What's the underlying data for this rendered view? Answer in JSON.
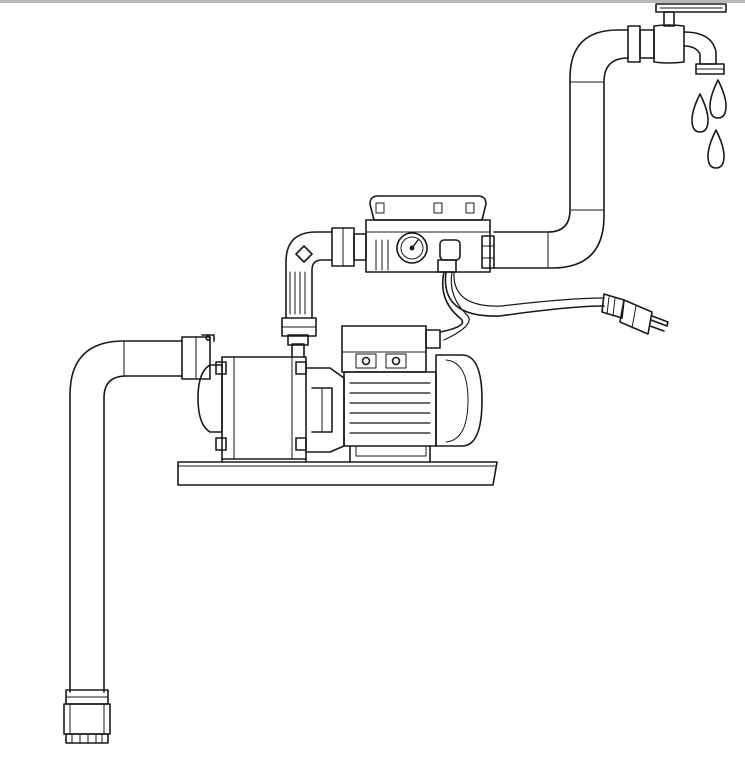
{
  "diagram": {
    "labels": [],
    "components": [
      "suction-pipe",
      "foot-valve",
      "mounting-base",
      "centrifugal-pump",
      "electric-motor",
      "terminal-box",
      "elbow-fitting",
      "pressure-controller",
      "pressure-gauge",
      "power-cable",
      "power-plug",
      "discharge-pipe",
      "water-tap",
      "water-drops"
    ]
  },
  "colors": {
    "background": "#ffffff",
    "stroke": "#1a1a1a",
    "shade": "#dcdcdc",
    "top_rule": "#b8b8b8"
  }
}
